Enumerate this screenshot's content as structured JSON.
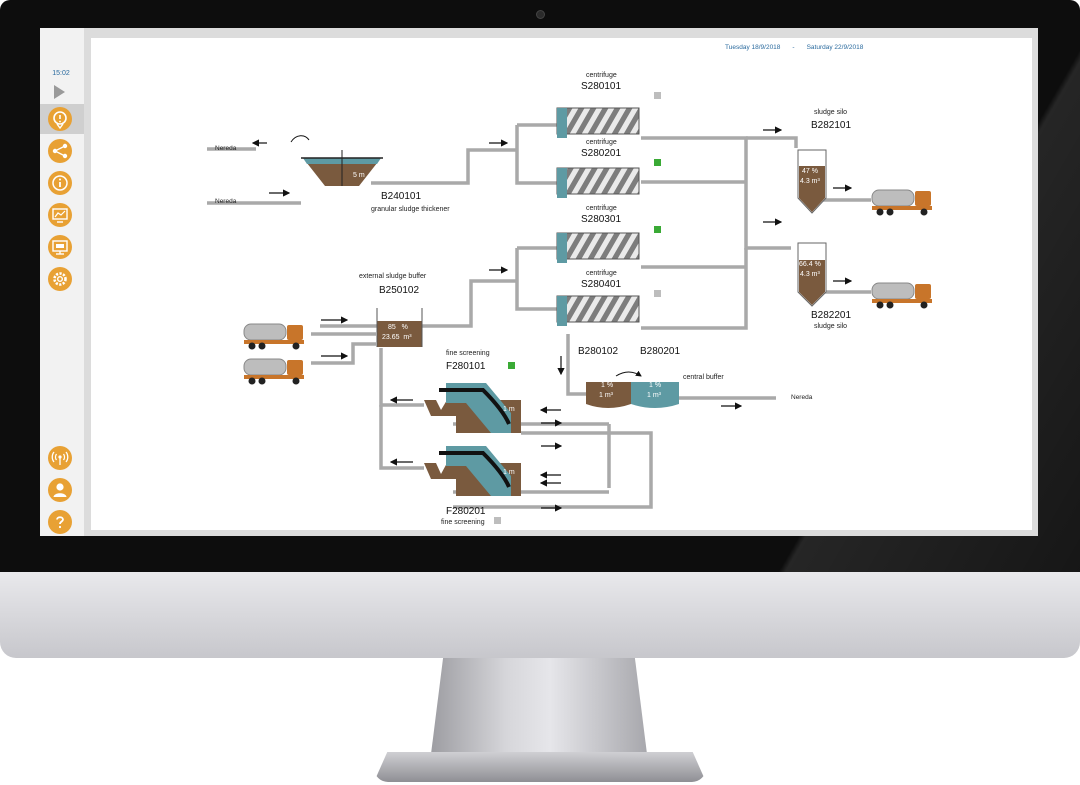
{
  "sidebar": {
    "time": "15:02",
    "buttons": [
      {
        "name": "process-overview",
        "icon": "map-pin-icon"
      },
      {
        "name": "network",
        "icon": "network-icon"
      },
      {
        "name": "info",
        "icon": "info-icon"
      },
      {
        "name": "reports",
        "icon": "chart-monitor-icon"
      },
      {
        "name": "display",
        "icon": "display-icon"
      },
      {
        "name": "settings",
        "icon": "gear-icon"
      },
      {
        "name": "connectivity",
        "icon": "signal-icon"
      },
      {
        "name": "user",
        "icon": "user-icon"
      },
      {
        "name": "help",
        "icon": "help-icon"
      }
    ]
  },
  "header": {
    "date_from": "Tuesday 18/9/2018",
    "separator": "-",
    "date_to": "Saturday 22/9/2018"
  },
  "colors": {
    "accent": "#e8a134",
    "sludge": "#7a5a3e",
    "water": "#5e9aa3",
    "pipe": "#a9a9a9",
    "status_green": "#3aaa35",
    "status_grey": "#bdbdbd",
    "truck_cab": "#c8752a"
  },
  "diagram": {
    "nereda_in_label": "Nereda",
    "nereda_out_label": "Nereda",
    "nereda_right_label": "Nereda",
    "thickener": {
      "code": "B240101",
      "name": "granular sludge thickener",
      "level": "5",
      "unit": "m"
    },
    "external_buffer": {
      "name": "external sludge buffer",
      "code": "B250102",
      "pct": "85",
      "pct_unit": "%",
      "vol": "23.65",
      "vol_unit": "m³"
    },
    "centrifuges": [
      {
        "label": "centrifuge",
        "code": "S280101",
        "status": "grey"
      },
      {
        "label": "centrifuge",
        "code": "S280201",
        "status": "green"
      },
      {
        "label": "centrifuge",
        "code": "S280301",
        "status": "green"
      },
      {
        "label": "centrifuge",
        "code": "S280401",
        "status": "grey"
      }
    ],
    "silo1": {
      "label": "sludge silo",
      "code": "B282101",
      "pct": "47 %",
      "vol": "4.3 m³"
    },
    "silo2": {
      "label": "sludge silo",
      "code": "B282201",
      "pct": "66.4 %",
      "vol": "4.3 m³"
    },
    "central_buffer": {
      "label": "central buffer",
      "code1": "B280102",
      "code2": "B280201",
      "left_pct": "1 %",
      "left_vol": "1 m³",
      "right_pct": "1 %",
      "right_vol": "1 m³"
    },
    "screen1": {
      "label": "fine screening",
      "code": "F280101",
      "level": "1 m",
      "status": "green"
    },
    "screen2": {
      "label": "fine screening",
      "code": "F280201",
      "level": "1 m",
      "status": "grey"
    }
  }
}
